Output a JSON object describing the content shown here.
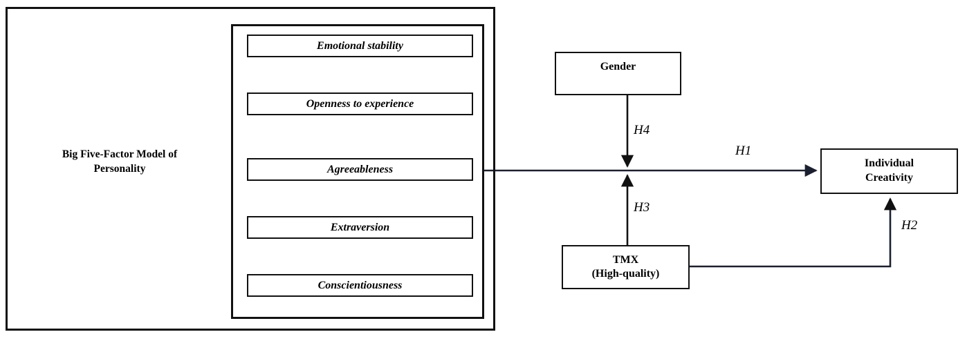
{
  "diagram": {
    "title": "Research model: Big Five personality, TMX, gender and individual creativity",
    "ink_color": "#111111",
    "line_color": "#1b2030",
    "background": "#ffffff"
  },
  "predictor_frame": {
    "label": "Big Five-Factor Model of Personality",
    "label_line_1": "Big Five-Factor Model of",
    "label_line_2": "Personality"
  },
  "traits": [
    {
      "label": "Emotional stability"
    },
    {
      "label": "Openness to experience"
    },
    {
      "label": "Agreeableness"
    },
    {
      "label": "Extraversion"
    },
    {
      "label": "Conscientiousness"
    }
  ],
  "nodes": {
    "gender": {
      "label": "Gender"
    },
    "creativity": {
      "label": "Individual Creativity",
      "line_1": "Individual",
      "line_2": "Creativity"
    },
    "tmx": {
      "label": "TMX (High-quality)",
      "line_1": "TMX",
      "line_2": "(High-quality)"
    }
  },
  "hypotheses": [
    {
      "id": "H1",
      "label": "H1",
      "from": "Big Five-Factor Model of Personality",
      "to": "Individual Creativity",
      "kind": "direct-effect"
    },
    {
      "id": "H2",
      "label": "H2",
      "from": "TMX (High-quality)",
      "to": "Individual Creativity",
      "kind": "direct-effect"
    },
    {
      "id": "H3",
      "label": "H3",
      "from": "TMX (High-quality)",
      "to": "H1 path",
      "kind": "moderation"
    },
    {
      "id": "H4",
      "label": "H4",
      "from": "Gender",
      "to": "H1 path",
      "kind": "moderation"
    }
  ]
}
